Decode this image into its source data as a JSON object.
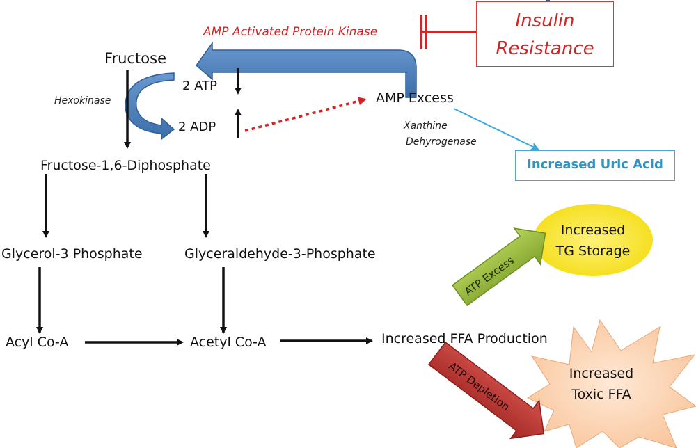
{
  "nodes": {
    "fructose": "Fructose",
    "two_atp": "2 ATP",
    "two_adp": "2 ADP",
    "amp_excess": "AMP Excess",
    "fructose_16dp": "Fructose-1,6-Diphosphate",
    "glycerol3p": "Glycerol-3 Phosphate",
    "glyceraldehyde3p": "Glyceraldehyde-3-Phosphate",
    "acyl_coa": "Acyl Co-A",
    "acetyl_coa": "Acetyl Co-A",
    "ffa_production": "Increased FFA Production",
    "insulin_resistance_line1": "Insulin",
    "insulin_resistance_line2": "Resistance",
    "uric_acid": "Increased Uric Acid",
    "tg_storage_line1": "Increased",
    "tg_storage_line2": "TG Storage",
    "toxic_ffa_line1": "Increased",
    "toxic_ffa_line2": "Toxic FFA"
  },
  "labels": {
    "ampk": "AMP Activated Protein Kinase",
    "hexokinase": "Hexokinase",
    "xanthine_line1": "Xanthine",
    "xanthine_line2": "Dehyrogenase",
    "atp_excess": "ATP Excess",
    "atp_depletion": "ATP Depletion"
  },
  "colors": {
    "blue_arrow": "#4a7ebb",
    "blue_arrow_dark": "#2f5f93",
    "red_inhibit": "#d42426",
    "cyan_line": "#3aa9dd",
    "green_arrow": "#8fb43a",
    "red_arrow": "#b5322e",
    "yellow_ellipse": "#f8e620",
    "peach_burst": "#fbd3b0"
  }
}
